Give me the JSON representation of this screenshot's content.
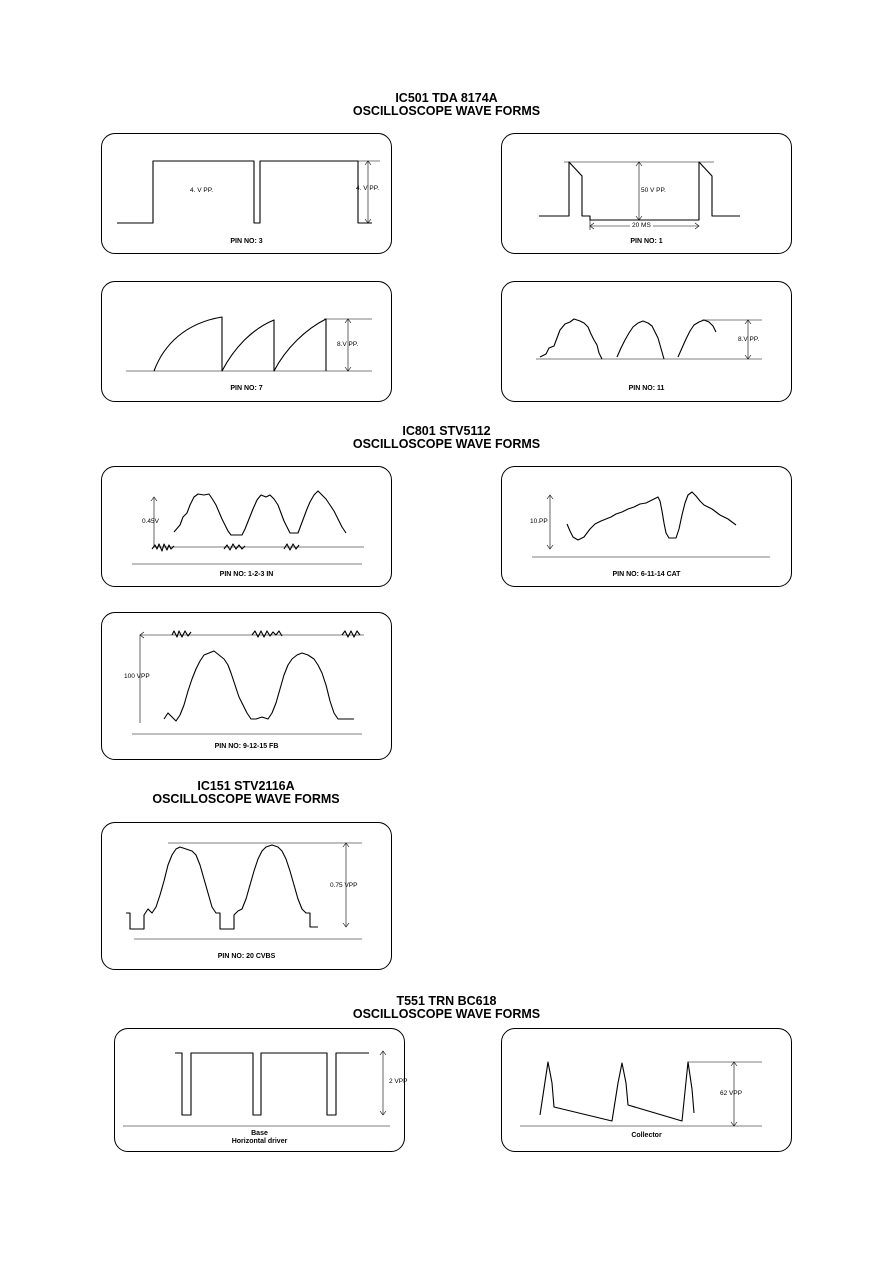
{
  "sections": [
    {
      "id": "ic501",
      "title": "IC501 TDA 8174A",
      "subtitle": "OSCILLOSCOPE WAVE FORMS"
    },
    {
      "id": "ic801",
      "title": "IC801 STV5112",
      "subtitle": "OSCILLOSCOPE WAVE FORMS"
    },
    {
      "id": "ic151",
      "title": "IC151  STV2116A",
      "subtitle": "OSCILLOSCOPE WAVE FORMS"
    },
    {
      "id": "t551",
      "title": "T551 TRN  BC618",
      "subtitle": "OSCILLOSCOPE WAVE FORMS"
    }
  ],
  "panels": {
    "pin3": {
      "caption": "PIN NO: 3",
      "amp_inner": "4. V PP.",
      "amp_side": "4. V PP."
    },
    "pin1": {
      "caption": "PIN NO: 1",
      "amp": "50 V PP.",
      "period": "20 MS"
    },
    "pin7": {
      "caption": "PIN NO: 7",
      "amp": "8.V PP."
    },
    "pin11": {
      "caption": "PIN NO: 11",
      "amp": "8.V PP."
    },
    "pin123": {
      "caption": "PIN NO: 1-2-3 IN",
      "amp": "0.45V"
    },
    "pin61114": {
      "caption": "PIN NO: 6-11-14 CAT",
      "amp": "10.PP"
    },
    "pin91215": {
      "caption": "PIN NO: 9-12-15 FB",
      "amp": "100 VPP"
    },
    "pin20": {
      "caption": "PIN NO: 20 CVBS",
      "amp": "0.75 VPP"
    },
    "base": {
      "caption_line1": "Base",
      "caption_line2": "Horizontal driver",
      "amp": "2 VPP"
    },
    "collector": {
      "caption": "Collector",
      "amp": "62 VPP"
    }
  }
}
